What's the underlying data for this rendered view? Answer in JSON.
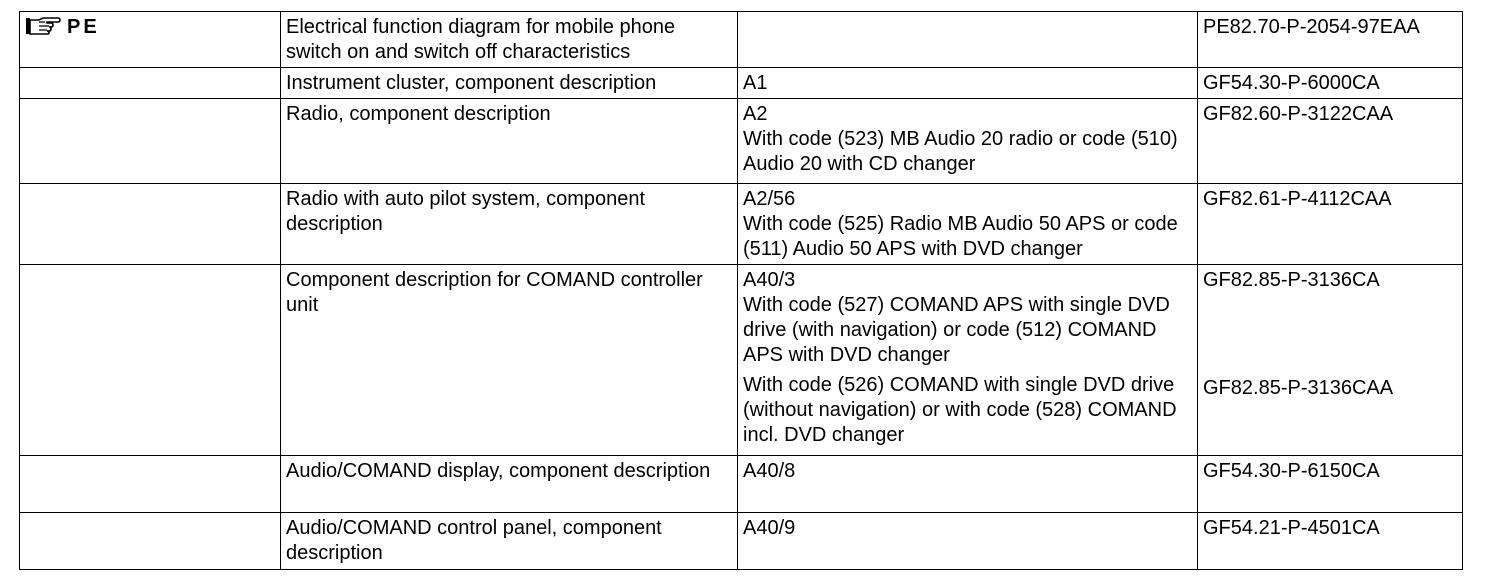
{
  "pe_label": "PE",
  "hand_icon": "pointing-hand-icon",
  "rows": [
    {
      "description": "Electrical function diagram for mobile phone switch on and switch off characteristics",
      "component": "",
      "reference": "PE82.70-P-2054-97EAA"
    },
    {
      "description": "Instrument cluster, component description",
      "component": "A1",
      "reference": "GF54.30-P-6000CA"
    },
    {
      "description": "Radio, component description",
      "component": "A2",
      "code_text": "With code (523) MB Audio 20 radio or code (510) Audio 20 with CD changer",
      "reference": "GF82.60-P-3122CAA"
    },
    {
      "description": "Radio with auto pilot system, component description",
      "component": "A2/56",
      "code_text": "With code (525) Radio MB Audio 50 APS or code (511) Audio 50 APS with DVD changer",
      "reference": "GF82.61-P-4112CAA"
    },
    {
      "description": "Component description for COMAND controller unit",
      "component": "A40/3",
      "code_text": "With code (527) COMAND APS with single DVD drive (with navigation) or code (512) COMAND APS with DVD changer",
      "code_text_2": "With code (526) COMAND with single DVD drive (without navigation) or with code (528) COMAND incl. DVD changer",
      "reference": "GF82.85-P-3136CA",
      "reference_2": "GF82.85-P-3136CAA"
    },
    {
      "description": "Audio/COMAND display, component description",
      "component": "A40/8",
      "reference": "GF54.30-P-6150CA"
    },
    {
      "description": "Audio/COMAND control panel, component description",
      "component": "A40/9",
      "reference": "GF54.21-P-4501CA"
    }
  ]
}
